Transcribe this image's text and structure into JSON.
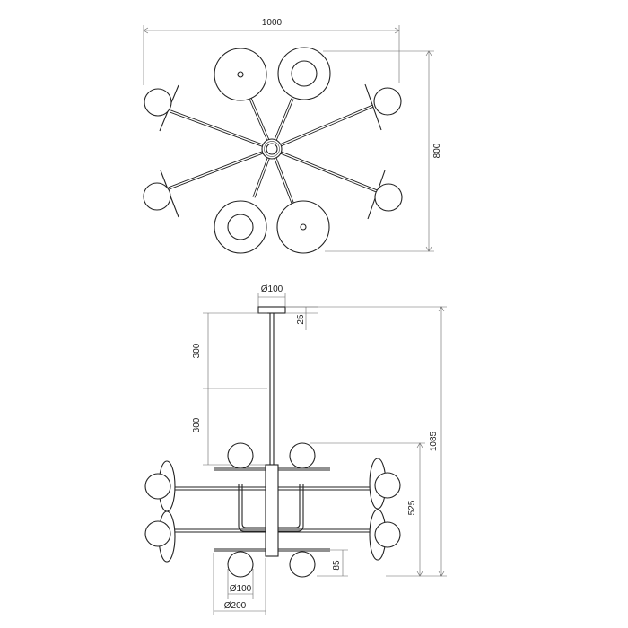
{
  "top_view": {
    "width_label": "1000",
    "depth_label": "800"
  },
  "side_view": {
    "canopy_diameter_label": "Ø100",
    "canopy_height_label": "25",
    "stem_upper_label": "300",
    "stem_lower_label": "300",
    "total_height_label": "1085",
    "body_height_label": "525",
    "globe_offset_label": "85",
    "globe_diameter_label": "Ø100",
    "disc_diameter_label": "Ø200"
  }
}
